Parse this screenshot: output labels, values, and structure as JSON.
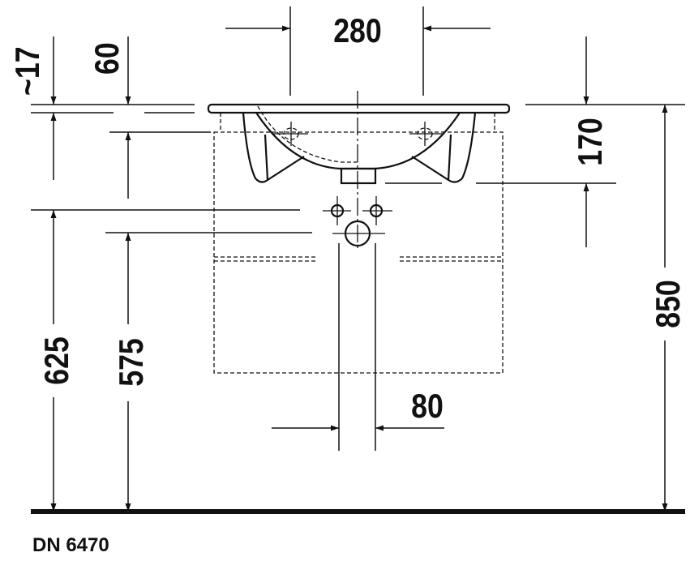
{
  "drawing": {
    "model_label": "DN 6470",
    "dimensions": {
      "basin_width": "280",
      "rim_thickness": "~17",
      "rim_to_overflow": "60",
      "basin_depth": "170",
      "total_height": "850",
      "supply_height": "625",
      "waste_height": "575",
      "supply_spacing": "80"
    }
  }
}
